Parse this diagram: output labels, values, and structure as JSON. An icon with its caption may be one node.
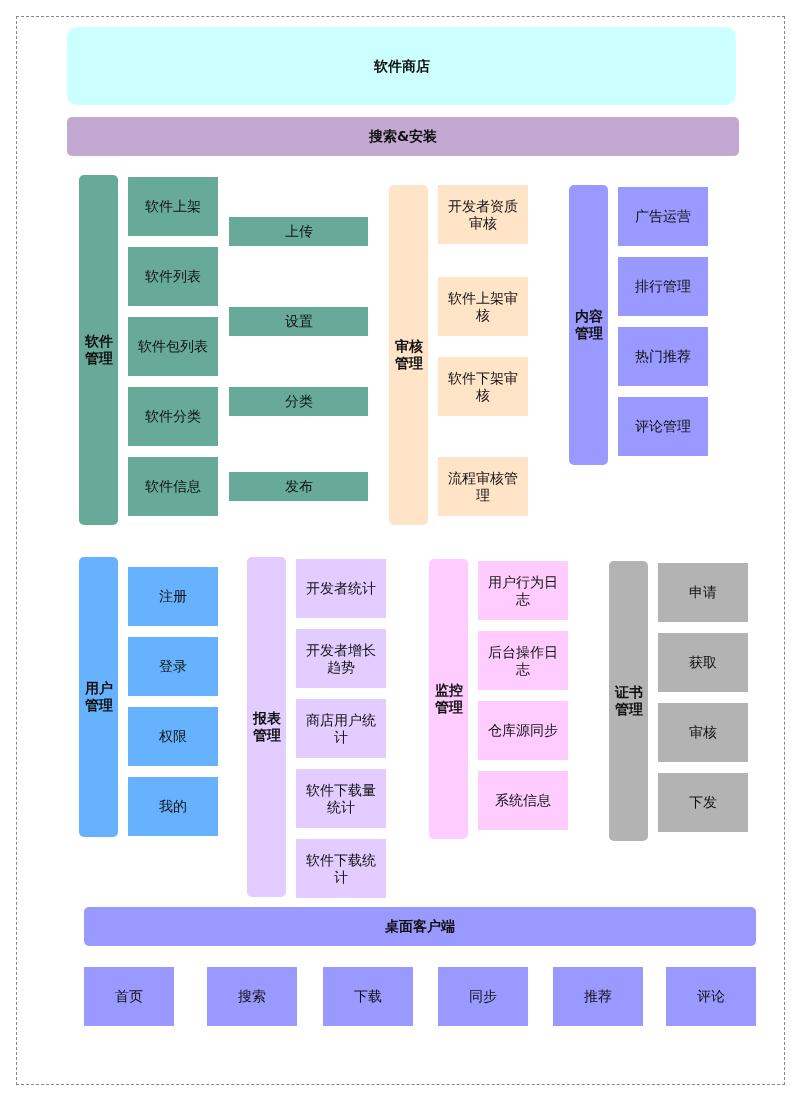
{
  "diagram": {
    "nodes": [
      {
        "text": [
          "软件商店"
        ]
      },
      {
        "text": [
          "搜索&安装"
        ]
      },
      {
        "text": [
          "软件管理"
        ]
      },
      {
        "text": [
          "软件上架"
        ]
      },
      {
        "text": [
          "软件列表"
        ]
      },
      {
        "text": [
          "软件包列表"
        ]
      },
      {
        "text": [
          "软件分类"
        ]
      },
      {
        "text": [
          "软件信息"
        ]
      },
      {
        "text": [
          "上传"
        ]
      },
      {
        "text": [
          "设置"
        ]
      },
      {
        "text": [
          "分类"
        ]
      },
      {
        "text": [
          "发布"
        ]
      },
      {
        "text": [
          "审核管理"
        ]
      },
      {
        "text": [
          "开发者资质审核"
        ]
      },
      {
        "text": [
          "软件上架审核"
        ]
      },
      {
        "text": [
          "软件下架审核"
        ]
      },
      {
        "text": [
          "流程审核管理"
        ]
      },
      {
        "text": [
          "内容管理"
        ]
      },
      {
        "text": [
          "广告运营"
        ]
      },
      {
        "text": [
          "排行管理"
        ]
      },
      {
        "text": [
          "热门推荐"
        ]
      },
      {
        "text": [
          "评论管理"
        ]
      },
      {
        "text": [
          "用户管理"
        ]
      },
      {
        "text": [
          "注册"
        ]
      },
      {
        "text": [
          "登录"
        ]
      },
      {
        "text": [
          "权限"
        ]
      },
      {
        "text": [
          "我的"
        ]
      },
      {
        "text": [
          "报表管理"
        ]
      },
      {
        "text": [
          "开发者统计"
        ]
      },
      {
        "text": [
          "开发者增长趋势"
        ]
      },
      {
        "text": [
          "商店用户统计"
        ]
      },
      {
        "text": [
          "软件下载量统计"
        ]
      },
      {
        "text": [
          "软件下载统计"
        ]
      },
      {
        "text": [
          "监控管理"
        ]
      },
      {
        "text": [
          "用户行为日志"
        ]
      },
      {
        "text": [
          "后台操作日志"
        ]
      },
      {
        "text": [
          "仓库源同步"
        ]
      },
      {
        "text": [
          "系统信息"
        ]
      },
      {
        "text": [
          "证书管理"
        ]
      },
      {
        "text": [
          "申请"
        ]
      },
      {
        "text": [
          "获取"
        ]
      },
      {
        "text": [
          "审核"
        ]
      },
      {
        "text": [
          "下发"
        ]
      },
      {
        "text": [
          "桌面客户端"
        ]
      },
      {
        "text": [
          "首页"
        ]
      },
      {
        "text": [
          "搜索"
        ]
      },
      {
        "text": [
          "下载"
        ]
      },
      {
        "text": [
          "同步"
        ]
      },
      {
        "text": [
          "推荐"
        ]
      },
      {
        "text": [
          "评论"
        ]
      }
    ]
  }
}
